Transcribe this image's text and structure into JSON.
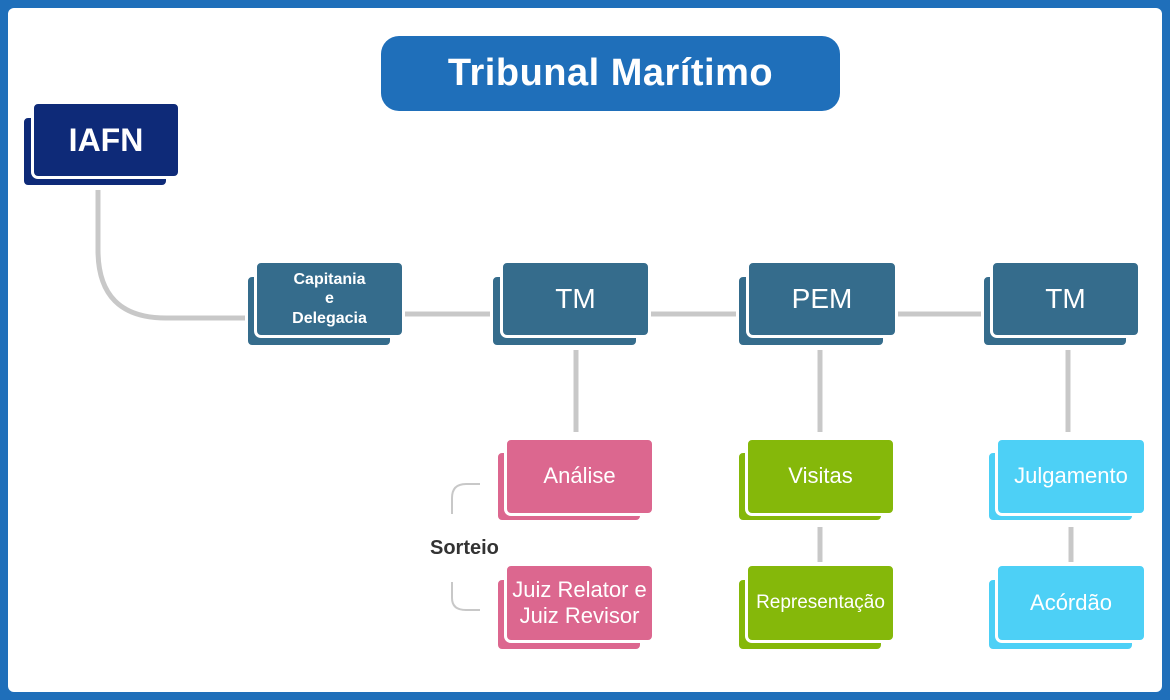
{
  "title": "Tribunal Marítimo",
  "nodes": {
    "iafn": "IAFN",
    "capitania_line1": "Capitania",
    "capitania_line2": "e",
    "capitania_line3": "Delegacia",
    "tm1": "TM",
    "pem": "PEM",
    "tm2": "TM",
    "analise": "Análise",
    "juiz_line1": "Juiz Relator e",
    "juiz_line2": "Juiz Revisor",
    "visitas": "Visitas",
    "representacao": "Representação",
    "julgamento": "Julgamento",
    "acordao": "Acórdão"
  },
  "sorteio_label": "Sorteio",
  "colors": {
    "frame": "#1f6fba",
    "navy": "#0e2a78",
    "teal": "#356c8c",
    "pink": "#dc678f",
    "green": "#85b80a",
    "cyan": "#4dd0f6",
    "connector": "#c8c8c8"
  }
}
